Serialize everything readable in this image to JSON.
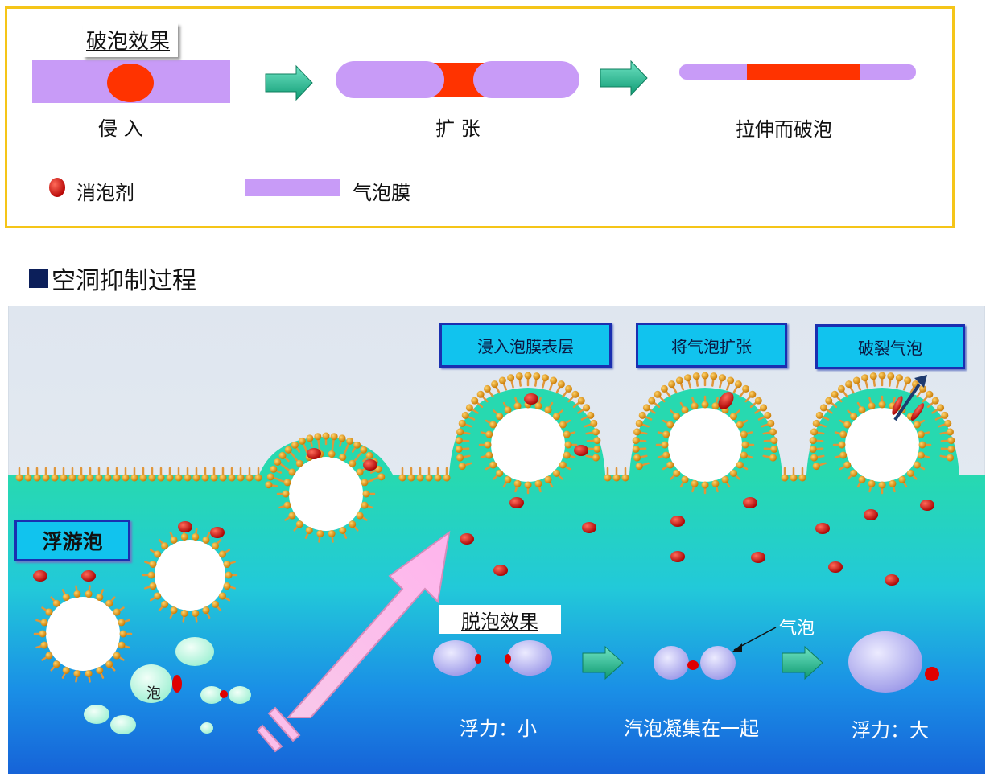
{
  "top_panel": {
    "title": "破泡效果",
    "steps": [
      "侵 入",
      "扩 张",
      "拉伸而破泡"
    ],
    "legend": {
      "defoamer": "消泡剂",
      "film": "气泡膜"
    }
  },
  "section_title": "空洞抑制过程",
  "scene": {
    "steps": [
      "浸入泡膜表层",
      "将气泡扩张",
      "破裂气泡"
    ],
    "floating_label": "浮游泡",
    "bubble_label": "泡",
    "defoam_title": "脱泡效果",
    "gas_bubble_label": "气泡",
    "bottom_labels": [
      "浮力：小",
      "汽泡凝集在一起",
      "浮力：大"
    ]
  },
  "colors": {
    "film": "#c89bf7",
    "defoamer": "#ff3300",
    "arrow": "#22b38a",
    "border": "#f5c518",
    "box": "#11c3ee",
    "box_border": "#1a2fb0"
  }
}
